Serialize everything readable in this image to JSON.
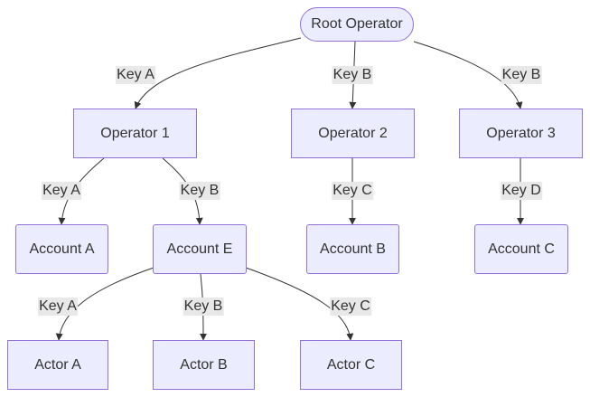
{
  "nodes": {
    "root": "Root Operator",
    "op1": "Operator 1",
    "op2": "Operator 2",
    "op3": "Operator 3",
    "accA": "Account A",
    "accE": "Account E",
    "accB": "Account B",
    "accC": "Account C",
    "actA": "Actor A",
    "actB": "Actor B",
    "actC": "Actor C"
  },
  "edges": [
    {
      "from": "root",
      "to": "op1",
      "label": "Key A"
    },
    {
      "from": "root",
      "to": "op2",
      "label": "Key B"
    },
    {
      "from": "root",
      "to": "op3",
      "label": "Key B"
    },
    {
      "from": "op1",
      "to": "accA",
      "label": "Key A"
    },
    {
      "from": "op1",
      "to": "accE",
      "label": "Key B"
    },
    {
      "from": "op2",
      "to": "accB",
      "label": "Key C"
    },
    {
      "from": "op3",
      "to": "accC",
      "label": "Key D"
    },
    {
      "from": "accE",
      "to": "actA",
      "label": "Key A"
    },
    {
      "from": "accE",
      "to": "actB",
      "label": "Key B"
    },
    {
      "from": "accE",
      "to": "actC",
      "label": "Key C"
    }
  ],
  "colors": {
    "node_fill": "#ECECFF",
    "node_border": "#9370DB",
    "edge": "#333333",
    "label_bg": "#E8E8E8"
  }
}
